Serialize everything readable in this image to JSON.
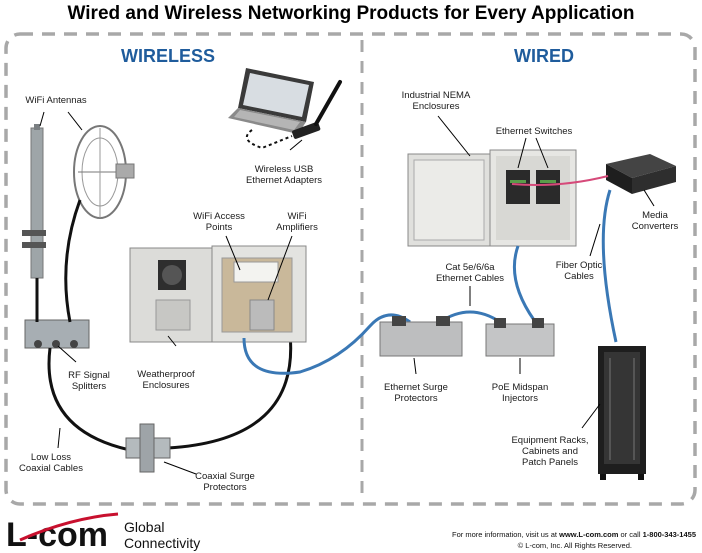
{
  "title": "Wired and Wireless Networking Products for Every Application",
  "sections": {
    "wireless": "WIRELESS",
    "wired": "WIRED"
  },
  "labels": {
    "wifi_antennas": "WiFi Antennas",
    "wireless_usb": [
      "Wireless USB",
      "Ethernet Adapters"
    ],
    "wifi_access_points": [
      "WiFi Access",
      "Points"
    ],
    "wifi_amplifiers": [
      "WiFi",
      "Amplifiers"
    ],
    "rf_signal_splitters": [
      "RF Signal",
      "Splitters"
    ],
    "weatherproof_enclosures": [
      "Weatherproof",
      "Enclosures"
    ],
    "low_loss_coaxial": [
      "Low Loss",
      "Coaxial Cables"
    ],
    "coaxial_surge": [
      "Coaxial Surge",
      "Protectors"
    ],
    "industrial_nema": [
      "Industrial NEMA",
      "Enclosures"
    ],
    "ethernet_switches": "Ethernet Switches",
    "media_converters": [
      "Media",
      "Converters"
    ],
    "cat_cables": [
      "Cat 5e/6/6a",
      "Ethernet Cables"
    ],
    "fiber_optic": [
      "Fiber Optic",
      "Cables"
    ],
    "ethernet_surge": [
      "Ethernet Surge",
      "Protectors"
    ],
    "poe_midspan": [
      "PoE Midspan",
      "Injectors"
    ],
    "equipment_racks": [
      "Equipment Racks,",
      "Cabinets and",
      "Patch Panels"
    ]
  },
  "footer": {
    "info_prefix": "For more information, visit us at ",
    "info_site": "www.L-com.com",
    "info_mid": " or call ",
    "info_phone": "1-800-343-1455",
    "copyright": "© L-com, Inc. All Rights Reserved."
  },
  "brand": {
    "logo": "L-com",
    "tagline": [
      "Global",
      "Connectivity"
    ]
  },
  "colors": {
    "section_blue": "#1f5c9c",
    "cable_blue": "#3a78b5",
    "dash_gray": "#a8a8a8",
    "brand_red": "#c8102e"
  }
}
